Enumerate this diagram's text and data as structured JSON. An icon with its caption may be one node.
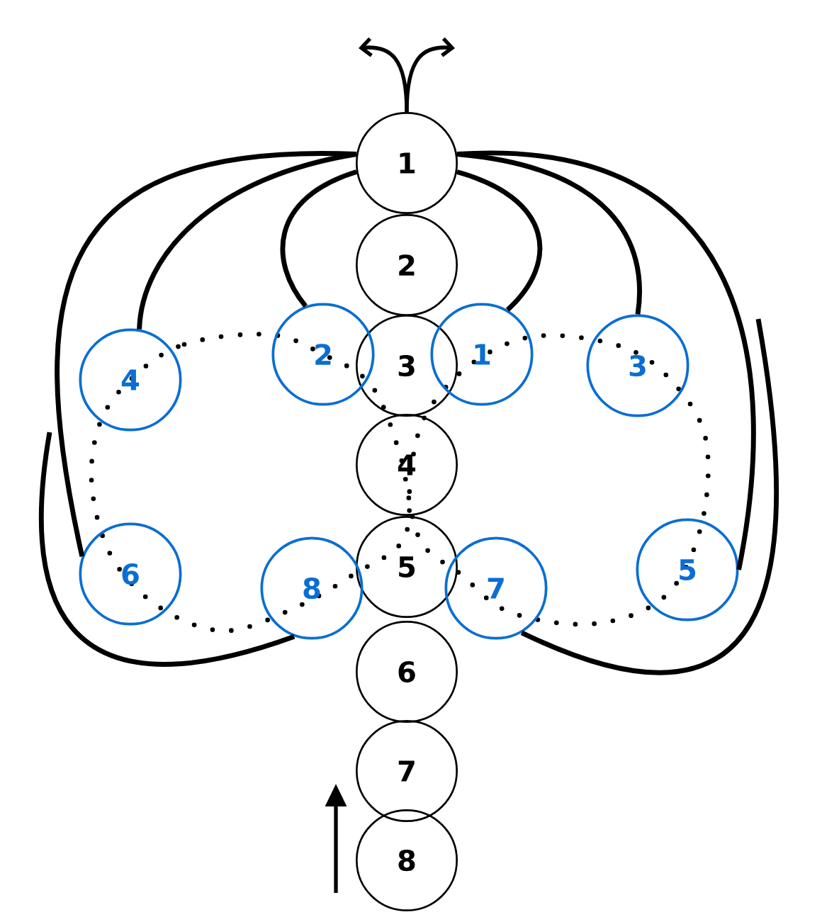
{
  "diagram": {
    "nodes": [
      {
        "text": [
          "1"
        ]
      },
      {
        "text": [
          "2"
        ]
      },
      {
        "text": [
          "3"
        ]
      },
      {
        "text": [
          "4"
        ]
      },
      {
        "text": [
          "5"
        ]
      },
      {
        "text": [
          "6"
        ]
      },
      {
        "text": [
          "7"
        ]
      },
      {
        "text": [
          "8"
        ]
      },
      {
        "text": [
          "4"
        ]
      },
      {
        "text": [
          "2"
        ]
      },
      {
        "text": [
          "1"
        ]
      },
      {
        "text": [
          "3"
        ]
      },
      {
        "text": [
          "6"
        ]
      },
      {
        "text": [
          "8"
        ]
      },
      {
        "text": [
          "7"
        ]
      },
      {
        "text": [
          "5"
        ]
      }
    ],
    "edges": [
      {
        "from": 0,
        "to": 8,
        "arrow": "none"
      },
      {
        "from": 0,
        "to": 9,
        "arrow": "none"
      },
      {
        "from": 0,
        "to": 10,
        "arrow": "none"
      },
      {
        "from": 0,
        "to": 11,
        "arrow": "none"
      },
      {
        "from": 0,
        "to": 12,
        "arrow": "none"
      },
      {
        "from": 0,
        "to": 15,
        "arrow": "none"
      },
      {
        "from": null,
        "to": 13,
        "arrow": "none"
      },
      {
        "from": null,
        "to": 14,
        "arrow": "none"
      },
      {
        "from": 0,
        "to": null,
        "arrow": "to"
      },
      {
        "from": 0,
        "to": null,
        "arrow": "to"
      }
    ]
  }
}
